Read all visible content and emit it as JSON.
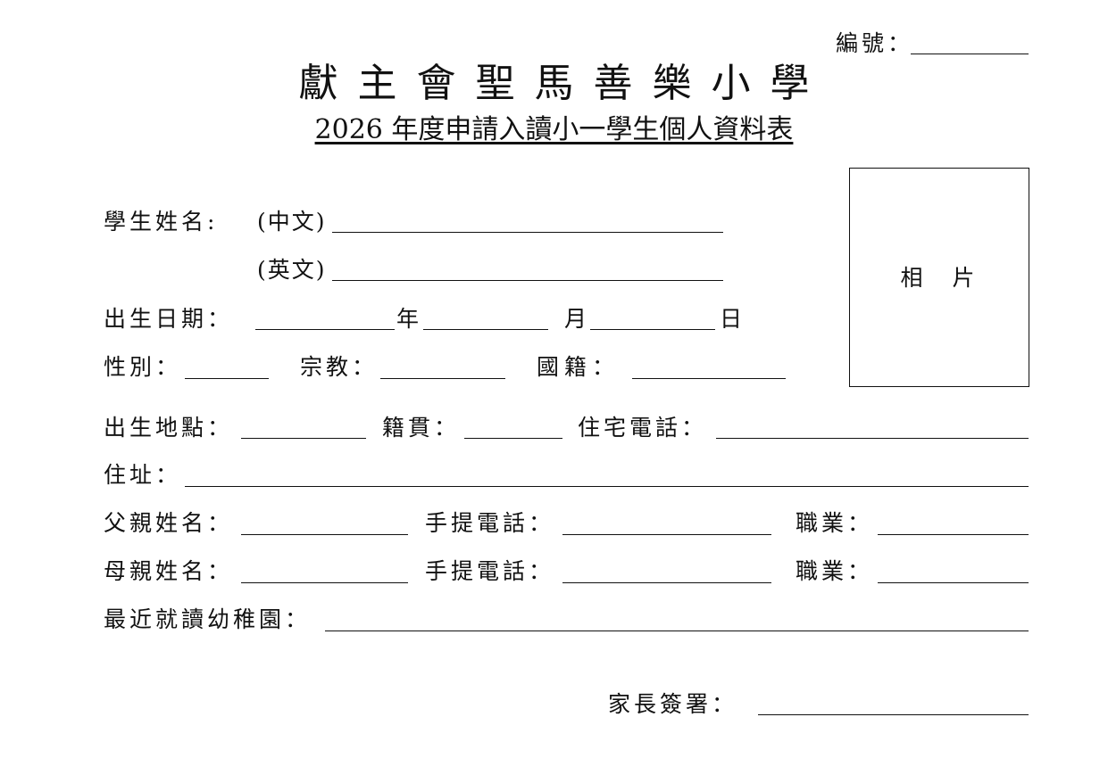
{
  "form_number_label": "編號：",
  "school_name": "獻主會聖馬善樂小學",
  "form_title": "2026 年度申請入讀小一學生個人資料表",
  "photo_label": "相　片",
  "fields": {
    "student_name": "學生姓名:",
    "chinese": "(中文)",
    "english": "(英文)",
    "dob": "出生日期：",
    "year": "年",
    "month": "月",
    "day": "日",
    "gender": "性別：",
    "religion": "宗教：",
    "nationality": "國籍：",
    "birthplace": "出生地點：",
    "native_place": "籍貫：",
    "home_phone": "住宅電話：",
    "address": "住址：",
    "father_name": "父親姓名：",
    "father_mobile": "手提電話：",
    "father_occupation": "職業：",
    "mother_name": "母親姓名：",
    "mother_mobile": "手提電話：",
    "mother_occupation": "職業：",
    "kindergarten": "最近就讀幼稚園：",
    "parent_signature": "家長簽署："
  }
}
